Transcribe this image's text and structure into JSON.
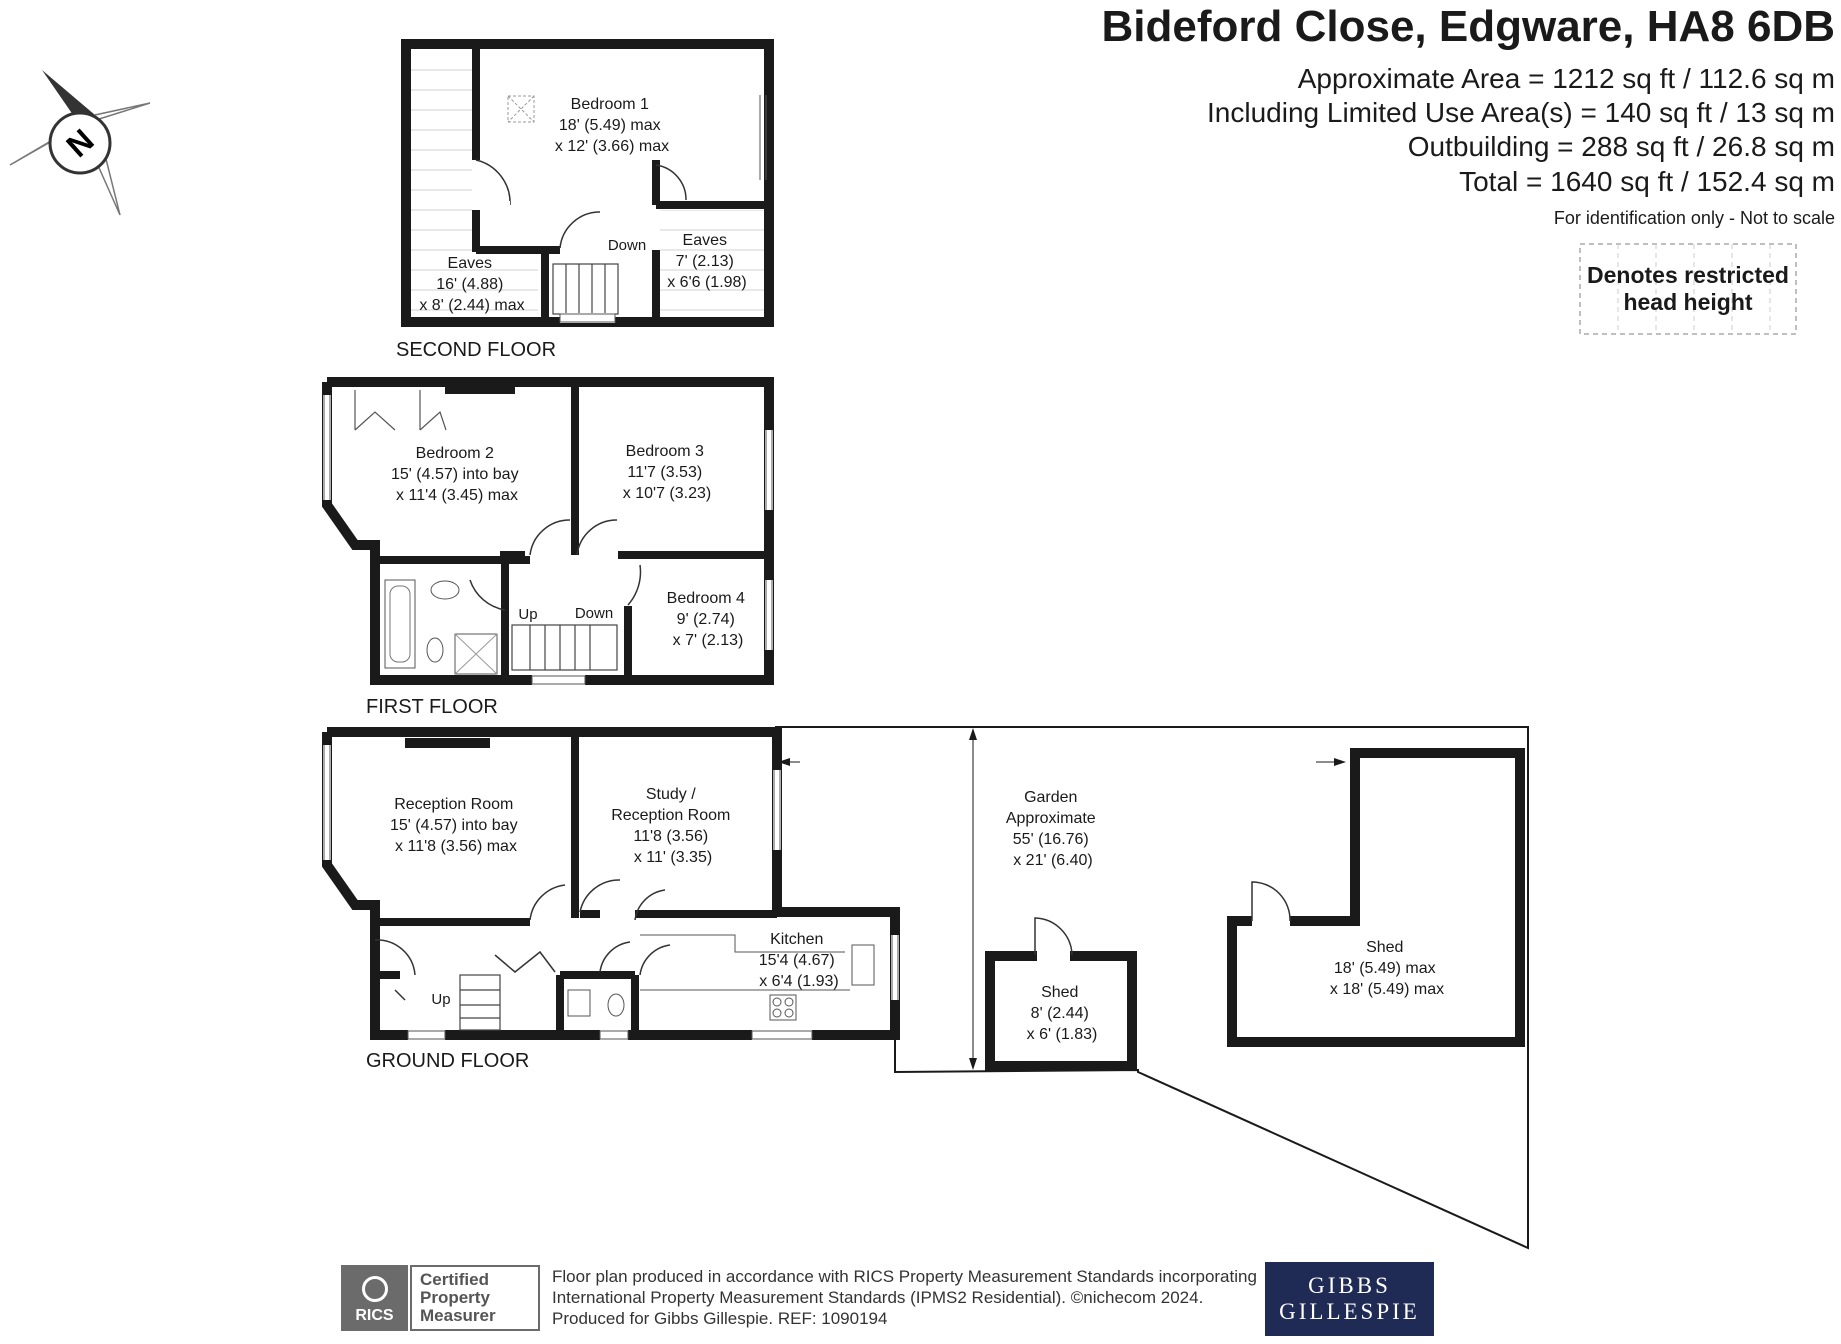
{
  "header": {
    "address": "Bideford Close, Edgware, HA8 6DB",
    "areas": [
      "Approximate Area = 1212 sq ft / 112.6 sq m",
      "Including Limited Use Area(s) = 140 sq ft / 13 sq m",
      "Outbuilding = 288 sq ft / 26.8 sq m",
      "Total = 1640 sq ft / 152.4 sq m"
    ],
    "disclaimer": "For identification only - Not to scale"
  },
  "legend": {
    "line1": "Denotes restricted",
    "line2": "head height"
  },
  "compass": {
    "label": "N"
  },
  "floors": {
    "second": {
      "title": "SECOND FLOOR",
      "bedroom1": [
        "Bedroom 1",
        "18' (5.49) max",
        "x 12' (3.66) max"
      ],
      "eaves_left": [
        "Eaves",
        "16' (4.88)",
        "x 8' (2.44) max"
      ],
      "eaves_right": [
        "Eaves",
        "7' (2.13)",
        "x 6'6 (1.98)"
      ],
      "stairs": "Down"
    },
    "first": {
      "title": "FIRST FLOOR",
      "bedroom2": [
        "Bedroom 2",
        "15' (4.57) into bay",
        "x 11'4 (3.45) max"
      ],
      "bedroom3": [
        "Bedroom 3",
        "11'7 (3.53)",
        "x 10'7 (3.23)"
      ],
      "bedroom4": [
        "Bedroom 4",
        "9' (2.74)",
        "x 7' (2.13)"
      ],
      "stairs_up": "Up",
      "stairs_down": "Down"
    },
    "ground": {
      "title": "GROUND FLOOR",
      "reception": [
        "Reception Room",
        "15' (4.57) into bay",
        "x 11'8 (3.56) max"
      ],
      "study": [
        "Study /",
        "Reception Room",
        "11'8 (3.56)",
        "x 11' (3.35)"
      ],
      "kitchen": [
        "Kitchen",
        "15'4 (4.67)",
        "x 6'4 (1.93)"
      ],
      "stairs_up": "Up"
    },
    "outside": {
      "garden": [
        "Garden",
        "Approximate",
        "55' (16.76)",
        "x 21' (6.40)"
      ],
      "shed_small": [
        "Shed",
        "8' (2.44)",
        "x 6' (1.83)"
      ],
      "shed_large": [
        "Shed",
        "18' (5.49) max",
        "x 18' (5.49) max"
      ]
    }
  },
  "footer": {
    "badge": "RICS",
    "certified": [
      "Certified",
      "Property",
      "Measurer"
    ],
    "text": [
      "Floor plan produced in accordance with RICS Property Measurement Standards incorporating",
      "International Property Measurement Standards (IPMS2 Residential).  ©nichecom 2024.",
      "Produced for Gibbs Gillespie.   REF:  1090194"
    ],
    "agent": [
      "GIBBS",
      "GILLESPIE"
    ]
  }
}
